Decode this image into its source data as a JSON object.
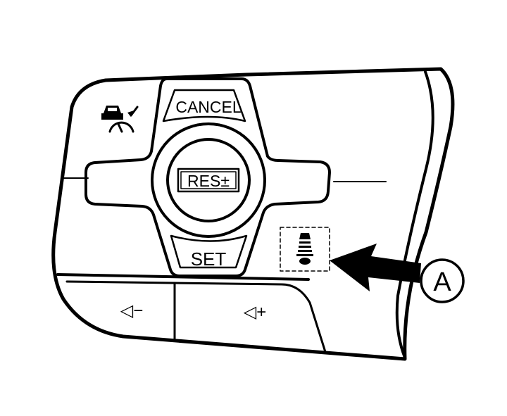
{
  "controls": {
    "cancel_label": "CANCEL",
    "resume_label": "RES±",
    "set_label": "SET",
    "volume_down_label": "◁−",
    "volume_up_label": "◁+",
    "callout_label": "A"
  },
  "icons": {
    "top_left": "cruise-control-distance-icon",
    "right": "lane-keep-assist-icon",
    "pointer": "callout-arrow-icon"
  },
  "colors": {
    "line": "#000000",
    "background": "#ffffff"
  }
}
